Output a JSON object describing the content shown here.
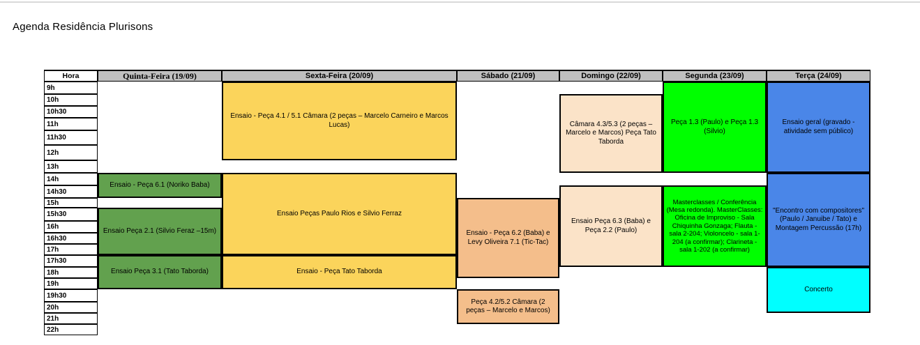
{
  "title": "Agenda Residência Plurisons",
  "colors": {
    "header_bg": "#bfbfbf",
    "quinta_green": "#62A14E",
    "sexta_yellow": "#FBD45B",
    "sabado_peach": "#F4BE8B",
    "domingo_peach": "#FBE3C8",
    "segunda_green": "#00FF00",
    "terca_blue": "#4A86E8",
    "concerto_cyan": "#00FFFF"
  },
  "table": {
    "hour_header": "Hora",
    "days": [
      {
        "label": "Quinta-Feira (19/09)"
      },
      {
        "label": "Sexta-Feira (20/09)"
      },
      {
        "label": "Sábado (21/09)"
      },
      {
        "label": "Domingo (22/09)"
      },
      {
        "label": "Segunda (23/09)"
      },
      {
        "label": "Terça (24/09)"
      }
    ],
    "hours": [
      "9h",
      "10h",
      "10h30",
      "11h",
      "11h30",
      "12h",
      "13h",
      "14h",
      "14h30",
      "15h",
      "15h30",
      "16h",
      "16h30",
      "17h",
      "17h30",
      "18h",
      "19h",
      "19h30",
      "20h",
      "21h",
      "22h"
    ],
    "events": [
      {
        "day": "Quinta-Feira (19/09)",
        "text": "Ensaio - Peça 6.1 (Noriko Baba)",
        "color": "#62A14E"
      },
      {
        "day": "Quinta-Feira (19/09)",
        "text": "Ensaio Peça 2.1 (Silvio Feraz –15m)",
        "color": "#62A14E"
      },
      {
        "day": "Quinta-Feira (19/09)",
        "text": "Ensaio Peça 3.1 (Tato Taborda)",
        "color": "#62A14E"
      },
      {
        "day": "Sexta-Feira (20/09)",
        "text": "Ensaio - Peça 4.1 / 5.1 Câmara (2 peças – Marcelo Carneiro e Marcos Lucas)",
        "color": "#FBD45B"
      },
      {
        "day": "Sexta-Feira (20/09)",
        "text": "Ensaio Peças Paulo Rios e Silvio Ferraz",
        "color": "#FBD45B"
      },
      {
        "day": "Sexta-Feira (20/09)",
        "text": "Ensaio - Peça Tato Taborda",
        "color": "#FBD45B"
      },
      {
        "day": "Sábado (21/09)",
        "text": "Ensaio - Peça 6.2 (Baba) e Levy Oliveira 7.1 (Tic-Tac)",
        "color": "#F4BE8B"
      },
      {
        "day": "Sábado (21/09)",
        "text": "Peça 4.2/5.2 Câmara (2 peças – Marcelo e Marcos)",
        "color": "#F4BE8B"
      },
      {
        "day": "Domingo (22/09)",
        "text": "Câmara 4.3/5.3 (2 peças – Marcelo e Marcos) Peça Tato Taborda",
        "color": "#FBE3C8"
      },
      {
        "day": "Domingo (22/09)",
        "text": "Ensaio Peça 6.3 (Baba) e Peça 2.2 (Paulo)",
        "color": "#FBE3C8"
      },
      {
        "day": "Segunda (23/09)",
        "text": "Peça 1.3 (Paulo) e Peça 1.3 (Silvio)",
        "color": "#00FF00"
      },
      {
        "day": "Segunda (23/09)",
        "text": "Masterclasses / Conferência (Mesa redonda). MasterClasses: Oficina de Improviso - Sala Chiquinha Gonzaga; Flauta - sala 2-204; Violoncelo - sala 1-204 (a confirmar); Clarineta - sala 1-202 (a confirmar)",
        "color": "#00FF00"
      },
      {
        "day": "Terça (24/09)",
        "text": "Ensaio geral (gravado - atividade sem público)",
        "color": "#4A86E8"
      },
      {
        "day": "Terça (24/09)",
        "text": "\"Encontro com compositores\" (Paulo / Januibe / Tato) e Montagem Percussão (17h)",
        "color": "#4A86E8"
      },
      {
        "day": "Terça (24/09)",
        "text": "Concerto",
        "color": "#00FFFF"
      }
    ]
  }
}
